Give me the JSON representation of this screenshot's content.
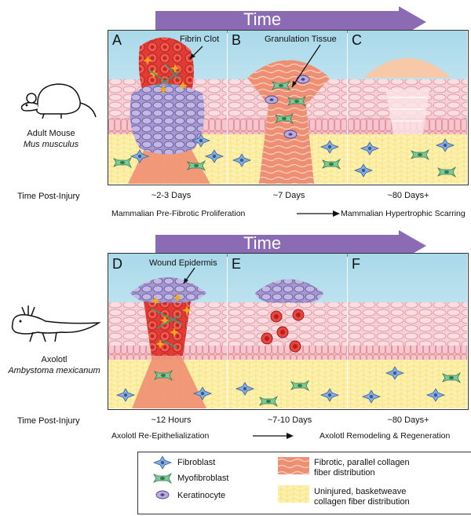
{
  "top": {
    "time_label": "Time",
    "panels": [
      {
        "letter": "A",
        "annotation": "Fibrin Clot",
        "duration": "~2-3 Days"
      },
      {
        "letter": "B",
        "annotation": "Granulation Tissue",
        "duration": "~7 Days"
      },
      {
        "letter": "C",
        "annotation": "",
        "duration": "~80 Days+"
      }
    ],
    "species_common": "Adult Mouse",
    "species_latin": "Mus musculus",
    "time_post_injury": "Time Post-Injury",
    "phase_left": "Mammalian Pre-Fibrotic Proliferation",
    "phase_right": "Mammalian Hypertrophic Scarring"
  },
  "bottom": {
    "time_label": "Time",
    "panels": [
      {
        "letter": "D",
        "annotation": "Wound Epidermis",
        "duration": "~12 Hours"
      },
      {
        "letter": "E",
        "annotation": "",
        "duration": "~7-10 Days"
      },
      {
        "letter": "F",
        "annotation": "",
        "duration": "~80 Days+"
      }
    ],
    "species_common": "Axolotl",
    "species_latin": "Ambystoma mexicanum",
    "time_post_injury": "Time Post-Injury",
    "phase_left": "Axolotl Re-Epithelialization",
    "phase_right": "Axolotl Remodeling & Regeneration"
  },
  "legend": {
    "fibroblast": "Fibroblast",
    "myofibroblast": "Myofibroblast",
    "keratinocyte": "Keratinocyte",
    "fibrotic_line1": "Fibrotic, parallel collagen",
    "fibrotic_line2": "fiber distribution",
    "uninjured_line1": "Uninjured, basketweave",
    "uninjured_line2": "collagen fiber distribution"
  },
  "colors": {
    "arrow": "#8b6bb3",
    "sky": "#bfe4ef",
    "epidermis": "#f3c9cf",
    "dermis": "#f9e79a",
    "fibrotic": "#ef8a6f",
    "clot": "#d9272e",
    "keratinocyte": "#b6a8d8",
    "fibroblast": "#7fa7d6",
    "myofibroblast": "#6fbf8f"
  }
}
